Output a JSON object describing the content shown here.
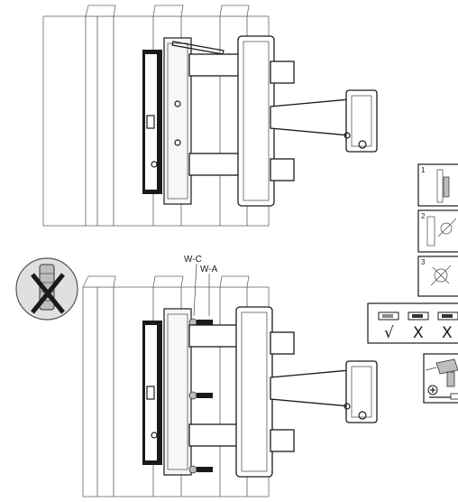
{
  "labels": {
    "screw_c": "W-C",
    "screw_a": "W-A"
  },
  "steps": [
    "1",
    "2",
    "3"
  ],
  "checks": [
    {
      "symbol": "√",
      "meaning": "correct"
    },
    {
      "symbol": "X",
      "meaning": "wrong"
    },
    {
      "symbol": "X",
      "meaning": "wrong"
    }
  ],
  "icons": {
    "no_anchor": "no-anchor-icon",
    "drill": "drill-icon",
    "screw_head": "phillips-icon"
  }
}
